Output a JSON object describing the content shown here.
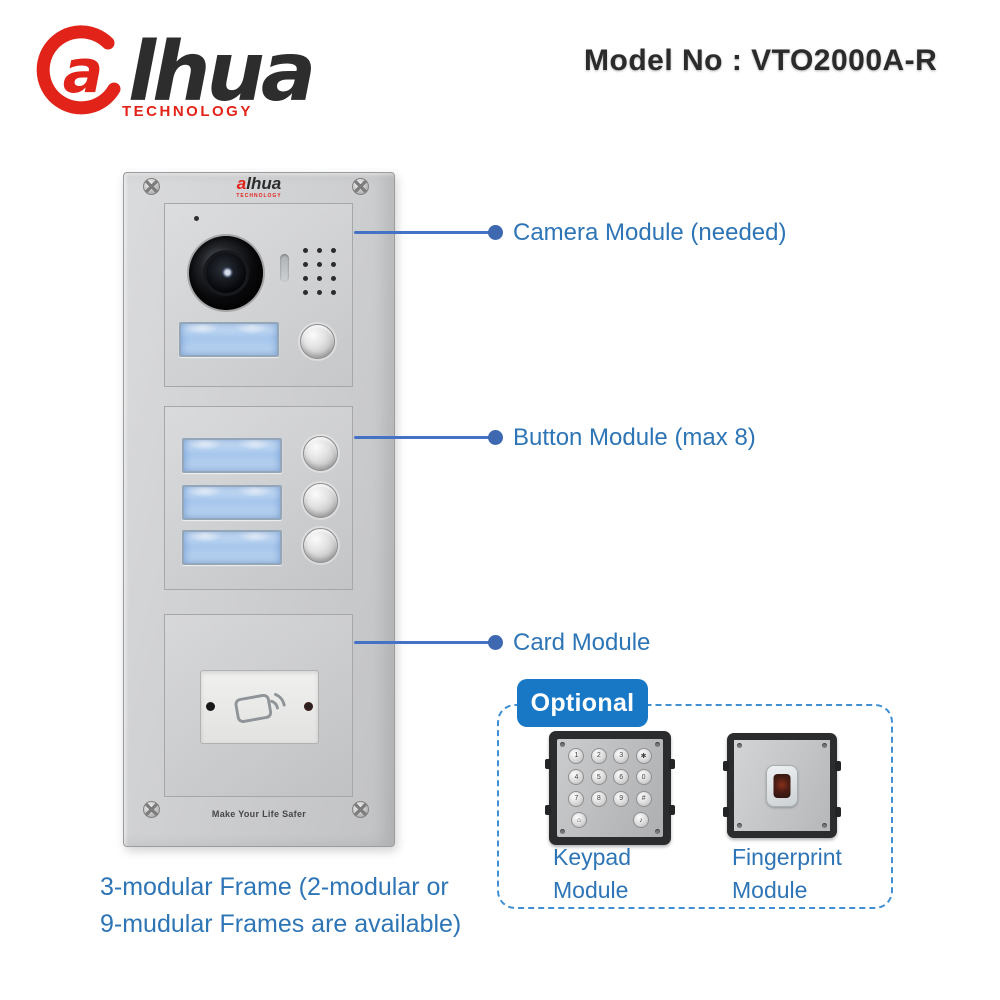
{
  "brand": {
    "logo_a": "a",
    "logo_rest": "lhua",
    "logo_sub": "TECHNOLOGY"
  },
  "header": {
    "model_label": "Model No : VTO2000A-R"
  },
  "device": {
    "panel_logo_a": "a",
    "panel_logo_rest": "lhua",
    "panel_logo_sub": "TECHNOLOGY",
    "tagline": "Make Your Life Safer"
  },
  "callouts": {
    "camera": "Camera Module (needed)",
    "button": "Button Module (max 8)",
    "card": "Card Module"
  },
  "optional": {
    "badge": "Optional",
    "keypad_label_line1": "Keypad",
    "keypad_label_line2": "Module",
    "fingerprint_label_line1": "Fingerprint",
    "fingerprint_label_line2": "Module",
    "keypad_keys": [
      "1",
      "2",
      "3",
      "✱",
      "4",
      "5",
      "6",
      "0",
      "7",
      "8",
      "9",
      "#",
      "⌂",
      "♪"
    ]
  },
  "footnote": {
    "line1": "3-modular Frame (2-modular or",
    "line2": "9-mudular Frames are available)"
  },
  "colors": {
    "accent_blue": "#2E75B6",
    "line_blue": "#4472C4",
    "badge_blue": "#1878C6",
    "dashed_blue": "#3F8FD2",
    "brand_red": "#E2231A",
    "text_dark": "#2B2B2B"
  }
}
